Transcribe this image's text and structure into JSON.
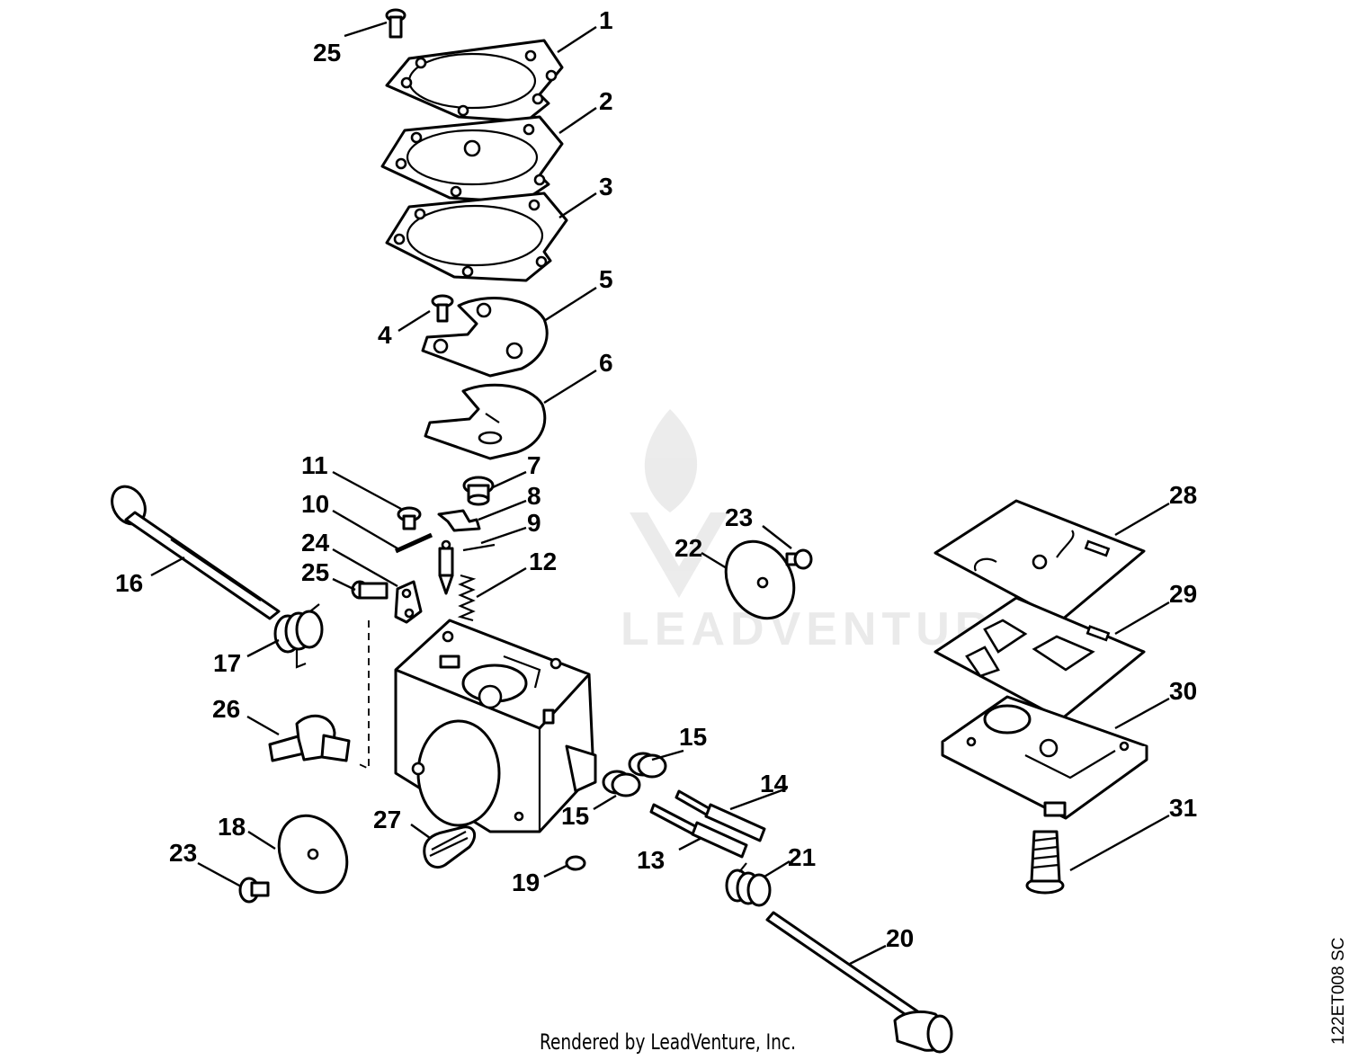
{
  "diagram": {
    "callouts": [
      {
        "id": "1",
        "text": "1"
      },
      {
        "id": "2",
        "text": "2"
      },
      {
        "id": "3",
        "text": "3"
      },
      {
        "id": "4",
        "text": "4"
      },
      {
        "id": "5",
        "text": "5"
      },
      {
        "id": "6",
        "text": "6"
      },
      {
        "id": "7",
        "text": "7"
      },
      {
        "id": "8",
        "text": "8"
      },
      {
        "id": "9",
        "text": "9"
      },
      {
        "id": "10",
        "text": "10"
      },
      {
        "id": "11",
        "text": "11"
      },
      {
        "id": "12",
        "text": "12"
      },
      {
        "id": "13",
        "text": "13"
      },
      {
        "id": "14",
        "text": "14"
      },
      {
        "id": "15a",
        "text": "15"
      },
      {
        "id": "15b",
        "text": "15"
      },
      {
        "id": "16",
        "text": "16"
      },
      {
        "id": "17",
        "text": "17"
      },
      {
        "id": "18",
        "text": "18"
      },
      {
        "id": "19",
        "text": "19"
      },
      {
        "id": "20",
        "text": "20"
      },
      {
        "id": "21",
        "text": "21"
      },
      {
        "id": "22",
        "text": "22"
      },
      {
        "id": "23a",
        "text": "23"
      },
      {
        "id": "23b",
        "text": "23"
      },
      {
        "id": "24",
        "text": "24"
      },
      {
        "id": "25a",
        "text": "25"
      },
      {
        "id": "25b",
        "text": "25"
      },
      {
        "id": "26",
        "text": "26"
      },
      {
        "id": "27",
        "text": "27"
      },
      {
        "id": "28",
        "text": "28"
      },
      {
        "id": "29",
        "text": "29"
      },
      {
        "id": "30",
        "text": "30"
      },
      {
        "id": "31",
        "text": "31"
      }
    ]
  },
  "footer": {
    "rendered_by": "Rendered by LeadVenture, Inc.",
    "drawing_code": "122ET008 SC"
  },
  "watermark": {
    "text": "LEADVENTURE"
  }
}
